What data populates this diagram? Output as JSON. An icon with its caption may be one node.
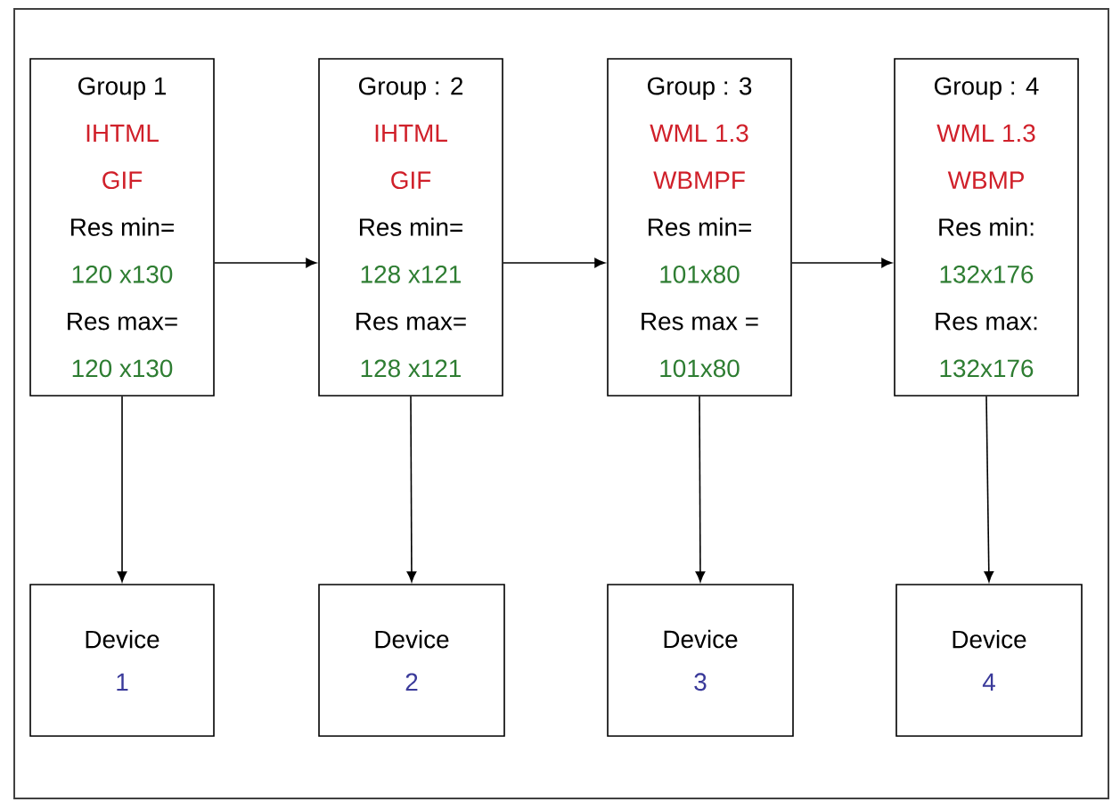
{
  "diagram": {
    "nodes": [
      {
        "text": [
          "Group 1",
          "IHTML",
          "GIF",
          "Res min=",
          "120 x130",
          "Res max=",
          "120 x130"
        ]
      },
      {
        "text": [
          "Group : 2",
          "IHTML",
          "GIF",
          "Res min=",
          "128 x121",
          "Res max=",
          "128 x121"
        ]
      },
      {
        "text": [
          "Group : 3",
          "WML 1.3",
          "WBMPF",
          "Res min=",
          "101x80",
          "Res max =",
          "101x80"
        ]
      },
      {
        "text": [
          "Group : 4",
          "WML 1.3",
          "WBMP",
          "Res min:",
          "132x176",
          "Res max:",
          "132x176"
        ]
      },
      {
        "text": [
          "Device",
          "1"
        ]
      },
      {
        "text": [
          "Device",
          "2"
        ]
      },
      {
        "text": [
          "Device",
          "3"
        ]
      },
      {
        "text": [
          "Device",
          "4"
        ]
      }
    ],
    "edges": [
      {
        "from": 0,
        "to": 1,
        "arrow": "to"
      },
      {
        "from": 1,
        "to": 2,
        "arrow": "to"
      },
      {
        "from": 2,
        "to": 3,
        "arrow": "to"
      },
      {
        "from": 0,
        "to": 4,
        "arrow": "to"
      },
      {
        "from": 1,
        "to": 5,
        "arrow": "to"
      },
      {
        "from": 2,
        "to": 6,
        "arrow": "to"
      },
      {
        "from": 3,
        "to": 7,
        "arrow": "to"
      }
    ]
  }
}
